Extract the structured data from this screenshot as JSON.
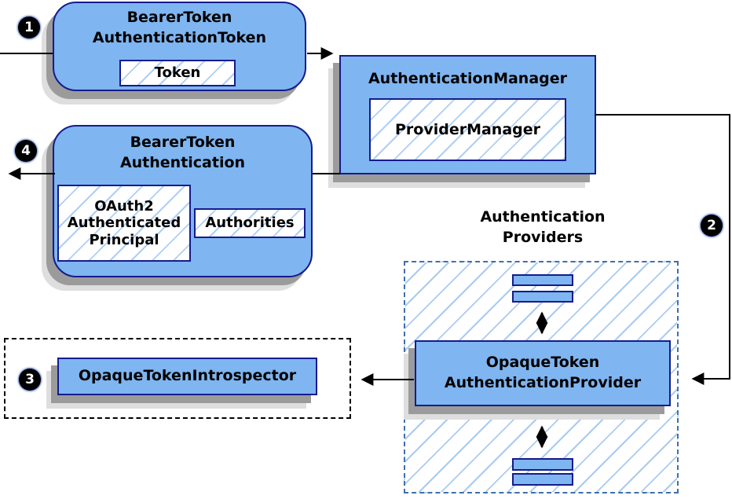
{
  "diagram": {
    "badges": {
      "step1": "1",
      "step2": "2",
      "step3": "3",
      "step4": "4"
    },
    "nodes": {
      "bearer_token_authentication_token": {
        "title1": "BearerToken",
        "title2": "AuthenticationToken",
        "token": "Token"
      },
      "authentication_manager": {
        "title": "AuthenticationManager",
        "provider_manager": "ProviderManager"
      },
      "bearer_token_authentication": {
        "title1": "BearerToken",
        "title2": "Authentication",
        "principal1": "OAuth2",
        "principal2": "Authenticated",
        "principal3": "Principal",
        "authorities": "Authorities"
      },
      "authentication_providers": {
        "title1": "Authentication",
        "title2": "Providers"
      },
      "opaque_token_authentication_provider": {
        "title1": "OpaqueToken",
        "title2": "AuthenticationProvider"
      },
      "opaque_token_introspector": {
        "title": "OpaqueTokenIntrospector"
      }
    },
    "colors": {
      "node_fill": "#7FB5F0",
      "node_border": "#151B8D",
      "hatch_line": "#A9CBF2",
      "providers_dash_border": "#3F6FAE",
      "introspector_dash_border": "#000000",
      "shadow_dark": "#9B9B9B",
      "shadow_light": "#DEDEDE",
      "arrow": "#000000",
      "badge_bg": "#000000",
      "badge_text": "#FFFFFF"
    }
  }
}
